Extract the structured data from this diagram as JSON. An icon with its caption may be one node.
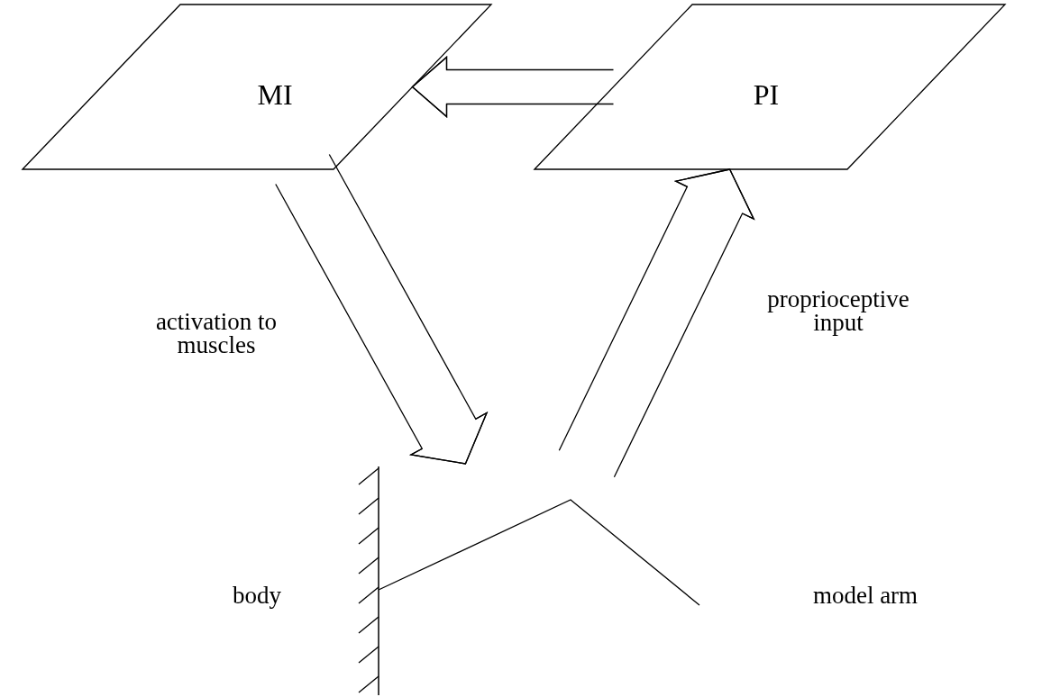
{
  "diagram": {
    "nodes": [
      {
        "text": [
          "MI"
        ]
      },
      {
        "text": [
          "PI"
        ]
      },
      {
        "text": [],
        "shape": "picture"
      }
    ],
    "edges": [
      {
        "from": 1,
        "to": 0,
        "arrow": "to"
      },
      {
        "from": 0,
        "to": 2,
        "arrow": "to",
        "label": "activation to muscles"
      },
      {
        "from": 2,
        "to": 1,
        "arrow": "to",
        "label": "proprioceptive input"
      }
    ],
    "labels": [
      "body",
      "model arm"
    ]
  }
}
